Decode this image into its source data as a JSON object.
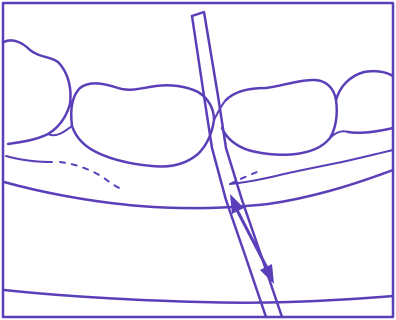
{
  "illustration": {
    "ink_color": "#5a3fb8",
    "background_color": "#ffffff",
    "parts": [
      "frame",
      "molar-left",
      "molar-center",
      "molar-right",
      "gum-line",
      "jaw-contour",
      "floss-strand",
      "motion-arrow-up",
      "motion-arrow-down"
    ]
  }
}
